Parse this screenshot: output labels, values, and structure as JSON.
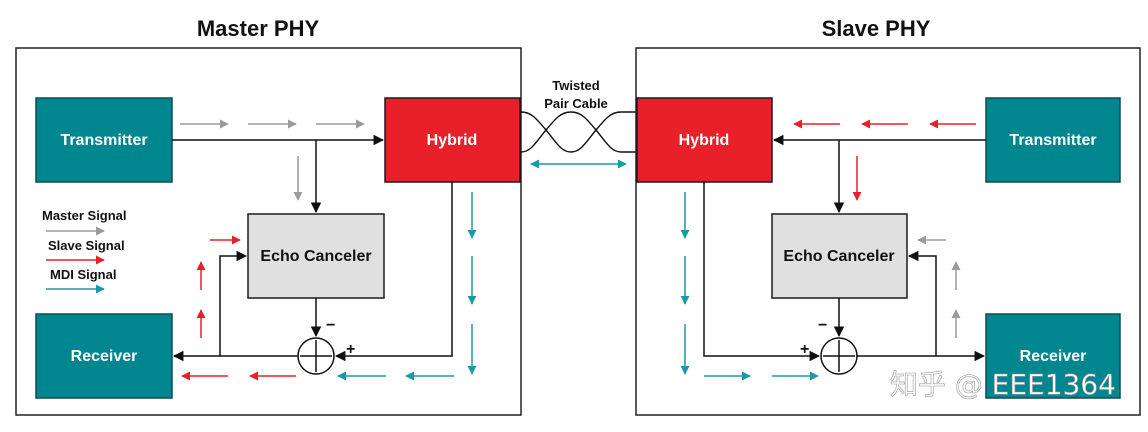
{
  "master": {
    "title": "Master PHY"
  },
  "slave": {
    "title": "Slave PHY"
  },
  "blocks": {
    "transmitter": "Transmitter",
    "hybrid": "Hybrid",
    "echo_canceler": "Echo Canceler",
    "receiver": "Receiver"
  },
  "cable": {
    "line1": "Twisted",
    "line2": "Pair Cable"
  },
  "legend": {
    "master_signal": "Master Signal",
    "slave_signal": "Slave Signal",
    "mdi_signal": "MDI Signal"
  },
  "signs": {
    "minus": "−",
    "plus": "+"
  },
  "watermark": "知乎 @ EEE1364",
  "colors": {
    "teal_block": "#00868f",
    "hybrid_red": "#e8202a",
    "echo_gray": "#e0e0e0",
    "master_signal": "#9b9b9b",
    "slave_signal": "#e8202a",
    "mdi_signal": "#1a9aa6"
  }
}
